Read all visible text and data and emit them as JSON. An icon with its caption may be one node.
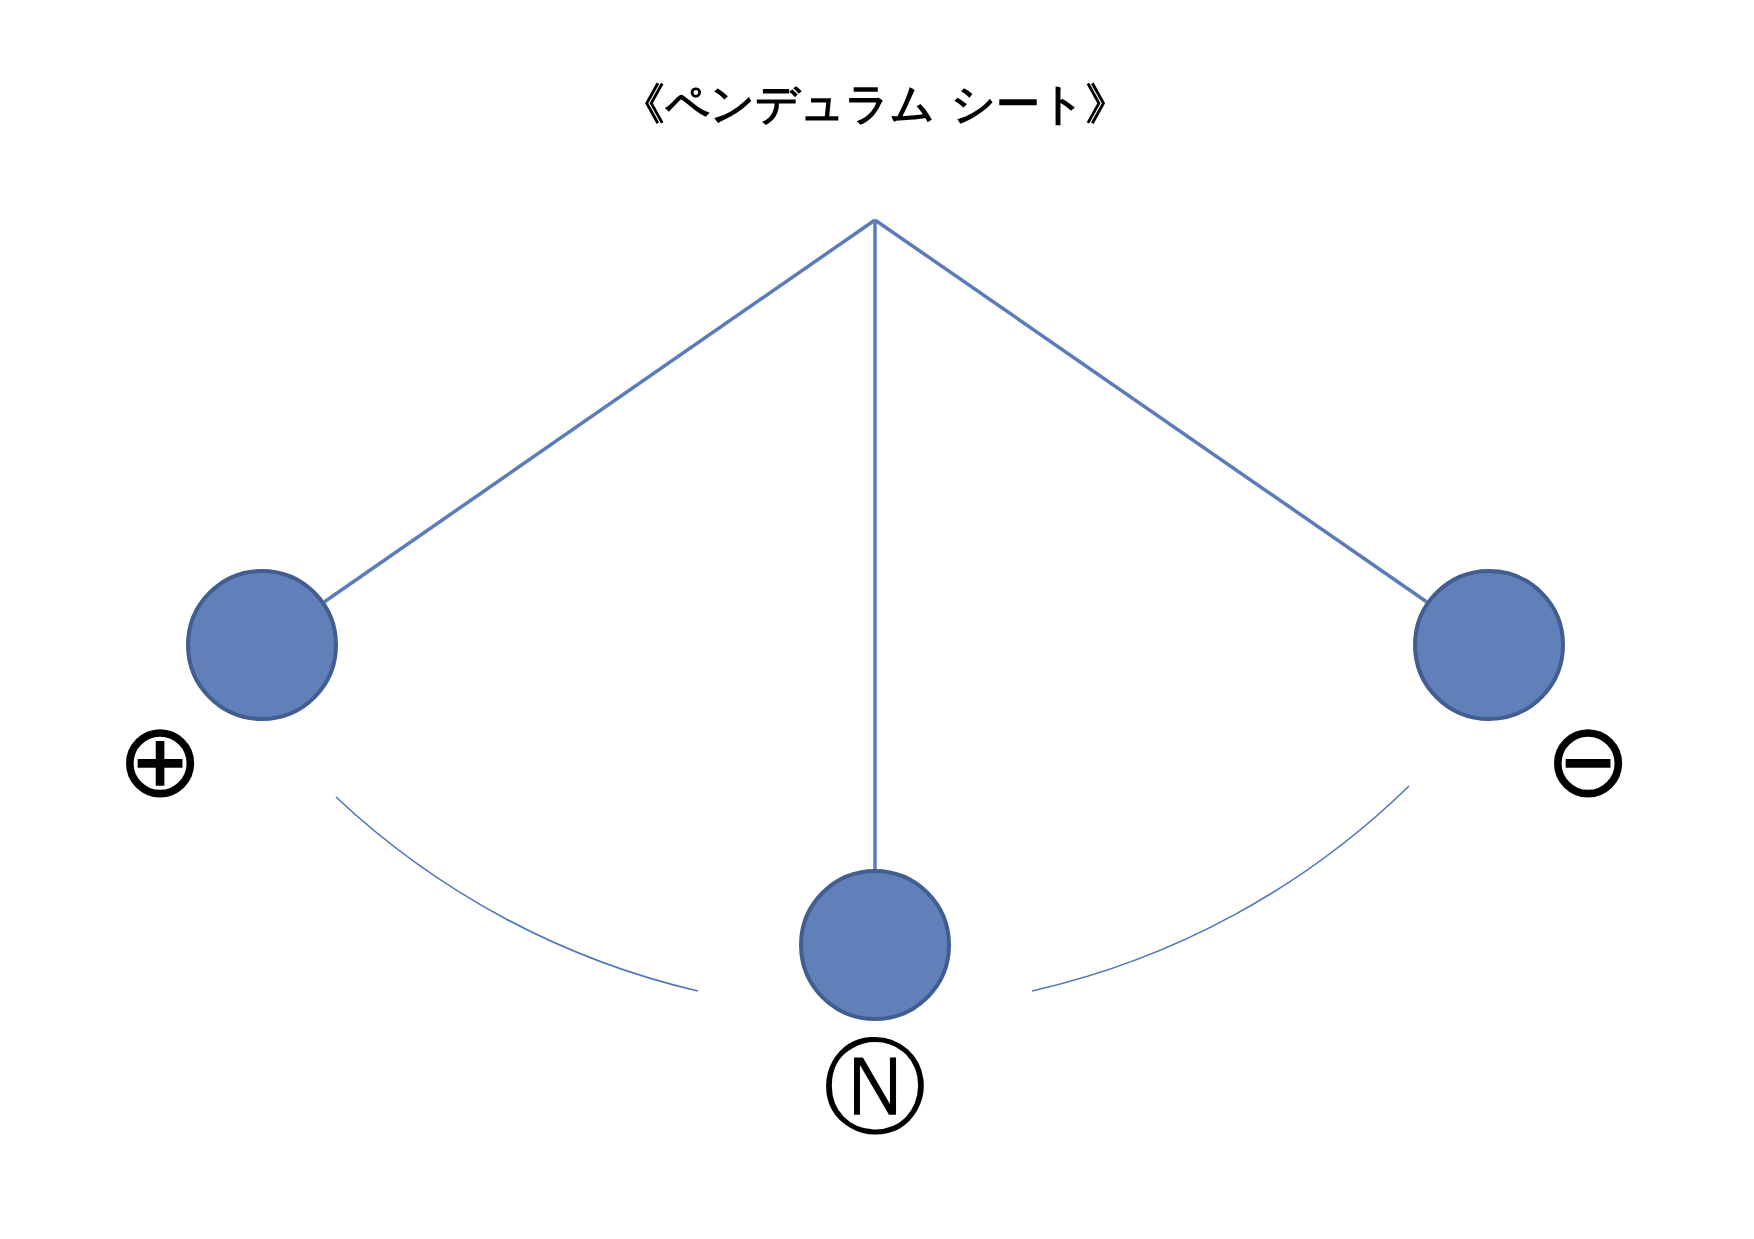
{
  "diagram": {
    "title": "《ペンデュラム シート》",
    "nodes": [
      {
        "text": [],
        "shape": "circle",
        "beside": [
          "⊕"
        ]
      },
      {
        "text": [],
        "shape": "circle",
        "beside": [
          "Ⓝ"
        ]
      },
      {
        "text": [],
        "shape": "circle",
        "beside": [
          "⊖"
        ]
      }
    ],
    "edges": [
      {
        "from": null,
        "to": 0,
        "arrow": "none"
      },
      {
        "from": null,
        "to": 1,
        "arrow": "none"
      },
      {
        "from": null,
        "to": 2,
        "arrow": "none"
      }
    ]
  }
}
